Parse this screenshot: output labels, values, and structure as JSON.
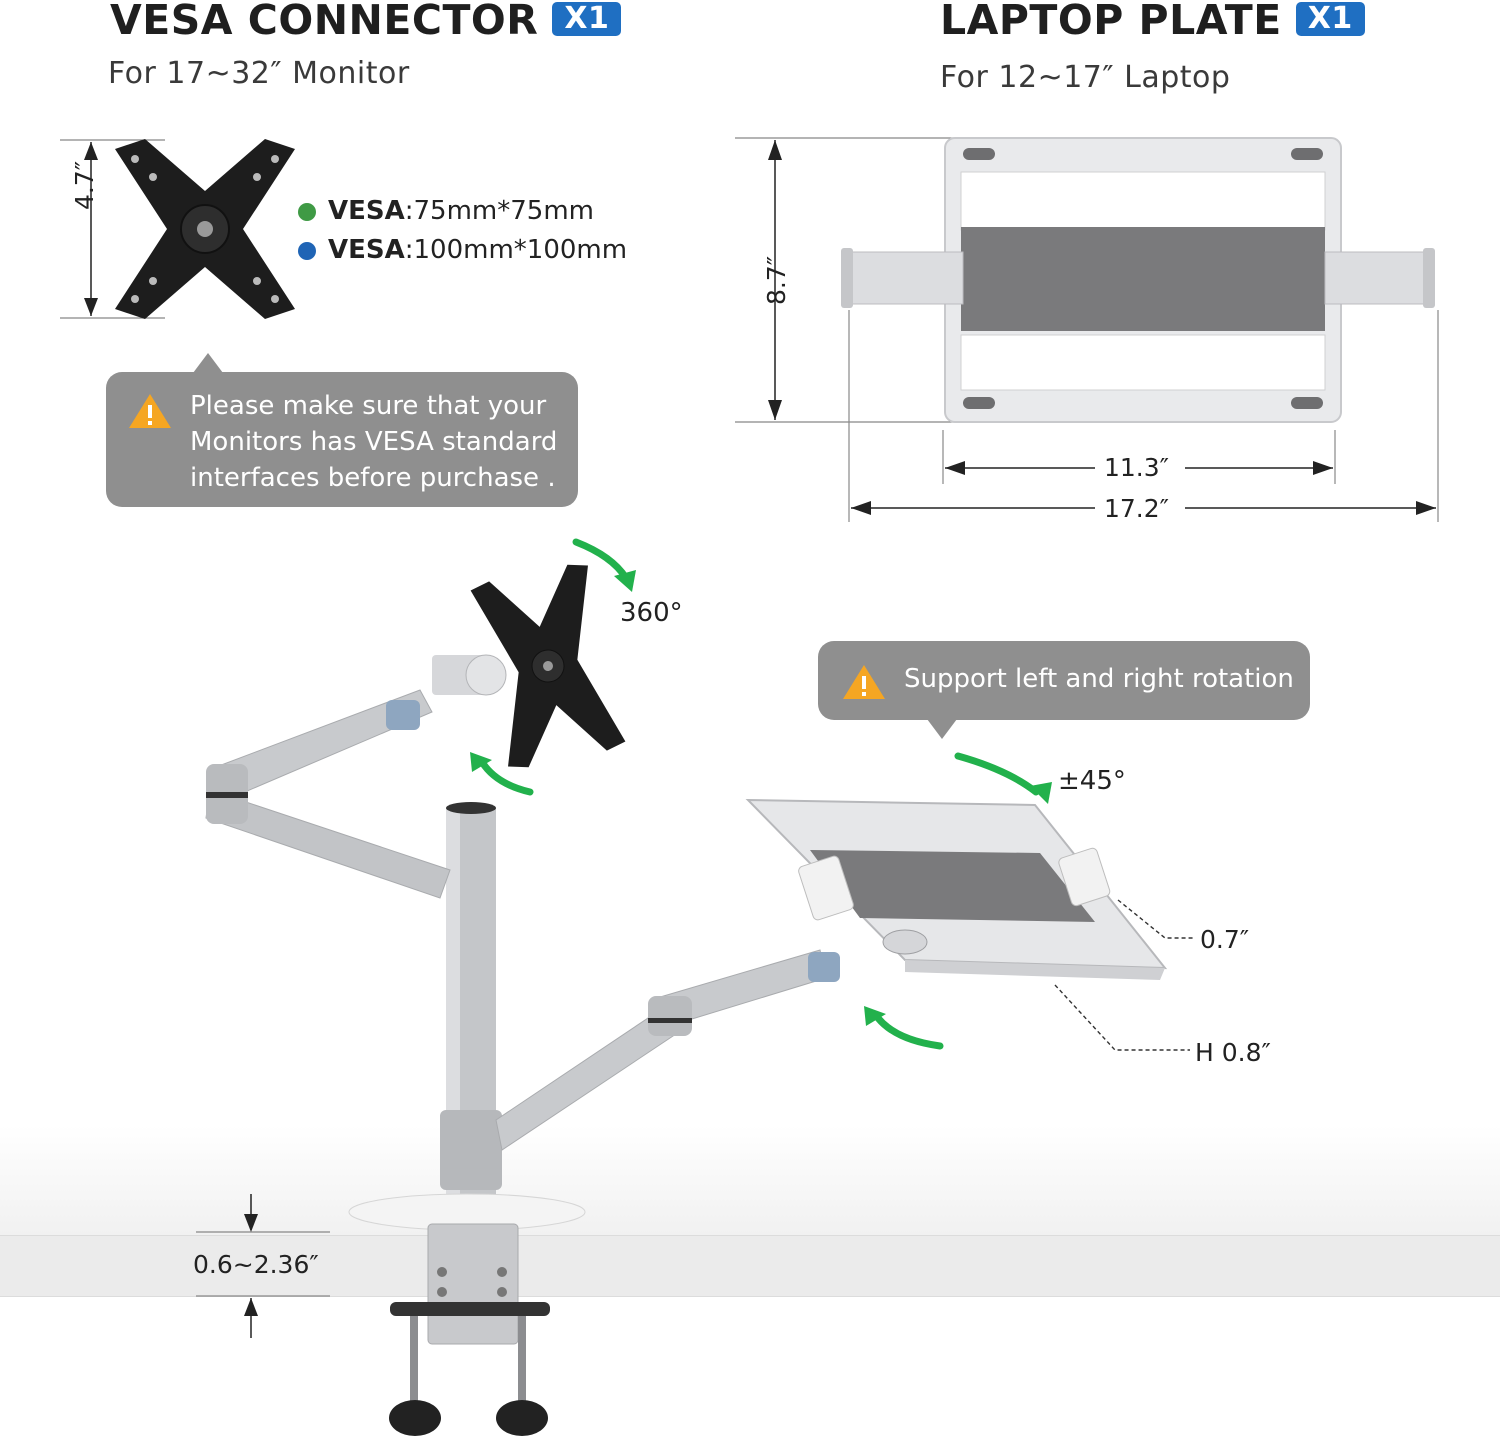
{
  "vesa": {
    "title": "VESA CONNECTOR",
    "badge": "X1",
    "subtitle": "For 17~32″ Monitor",
    "height_dim": "4.7″",
    "spec1_label": "VESA",
    "spec1_value": ":75mm*75mm",
    "spec2_label": "VESA",
    "spec2_value": ":100mm*100mm",
    "spec1_color": "#3f9a45",
    "spec2_color": "#1f64b5",
    "notice_lines": [
      "Please make sure that your",
      "Monitors has VESA standard",
      "interfaces before purchase ."
    ]
  },
  "laptop": {
    "title": "LAPTOP PLATE",
    "badge": "X1",
    "subtitle": "For 12~17″ Laptop",
    "height_dim": "8.7″",
    "width_inner": "11.3″",
    "width_outer": "17.2″"
  },
  "mount": {
    "monitor_rotation": "360°",
    "laptop_rotation": "±45°",
    "rotation_notice": "Support left and right rotation",
    "clip_height": "0.7″",
    "lip_height": "H 0.8″",
    "clamp_range": "0.6~2.36″"
  },
  "colors": {
    "badge": "#1f6fc2",
    "callout": "#8f8f8f",
    "warning": "#f5a623",
    "arrow": "#22b14c"
  },
  "icons": [
    "warning-icon",
    "rotate-arrow-icon",
    "dimension-arrow-icon"
  ]
}
